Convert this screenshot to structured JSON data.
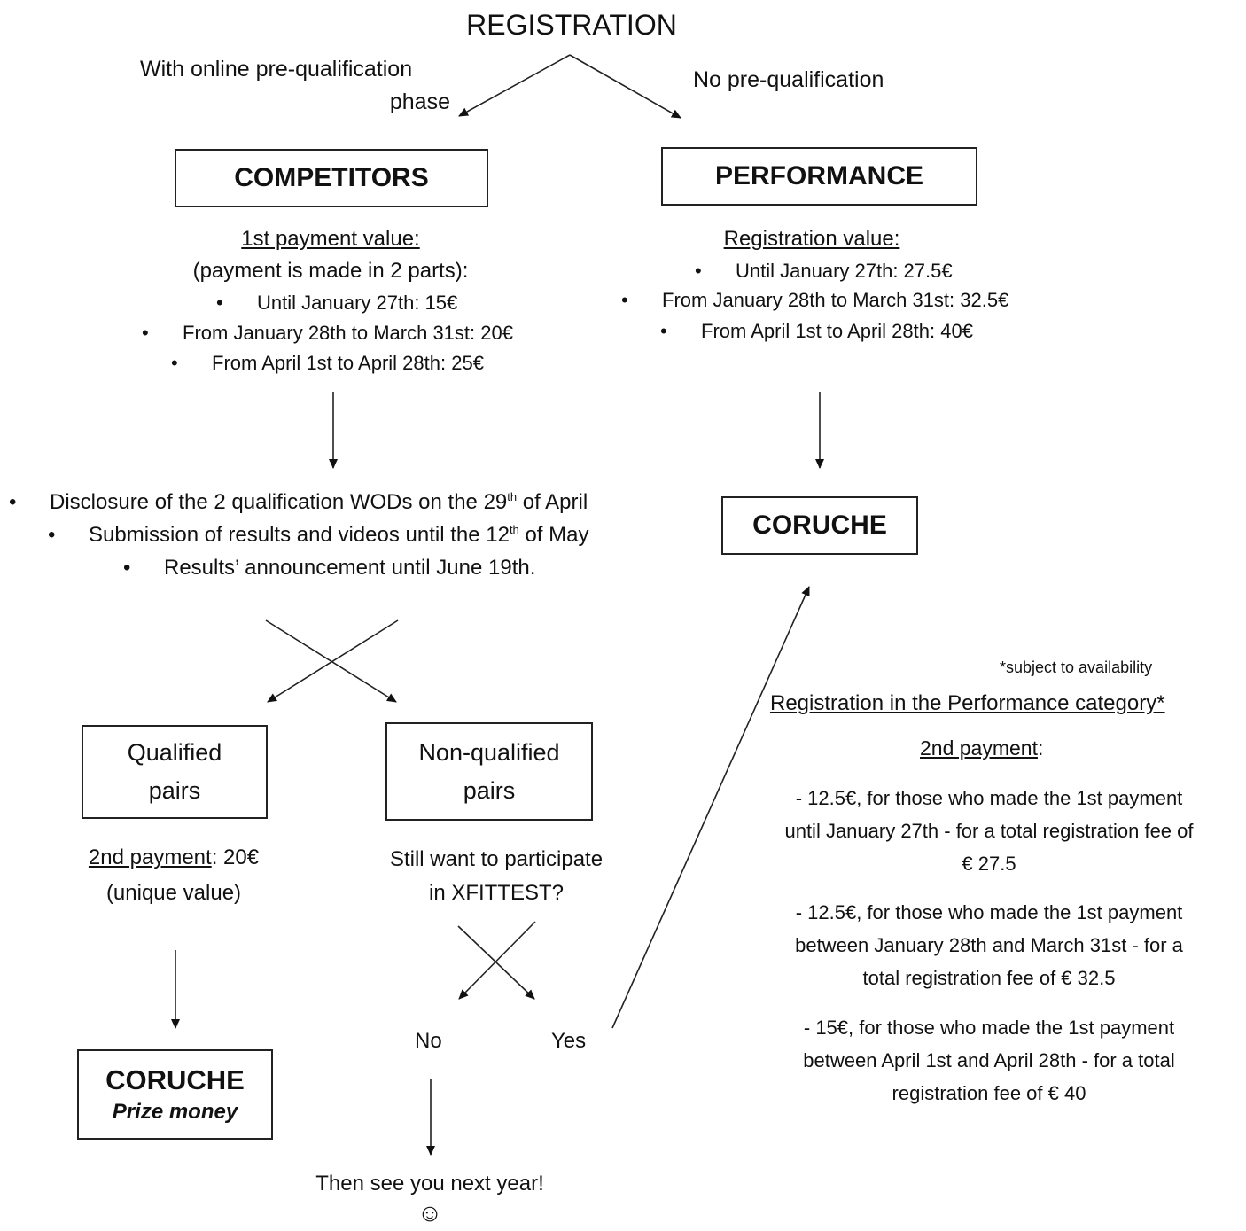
{
  "title": "REGISTRATION",
  "branch_left": "With online pre-qualification phase",
  "branch_left_line1": "With online pre-qualification",
  "branch_left_line2": "phase",
  "branch_right": "No pre-qualification",
  "competitors": {
    "box_label": "COMPETITORS",
    "payment_title": "1st payment value:",
    "payment_note": "(payment is made in 2 parts):",
    "prices": [
      "Until January 27th: 15€",
      "From January 28th to March 31st: 20€",
      "From April 1st to April 28th: 25€"
    ],
    "steps": [
      {
        "text": "Disclosure of the 2 qualification WODs on the 29",
        "sup": "th",
        "after": " of April"
      },
      {
        "text": "Submission of results and videos until the 12",
        "sup": "th",
        "after": " of May"
      },
      {
        "text": "Results’ announcement until June 19th.",
        "sup": "",
        "after": ""
      }
    ]
  },
  "performance": {
    "box_label": "PERFORMANCE",
    "payment_title": "Registration value:",
    "prices": [
      "Until January 27th: 27.5€",
      "From January 28th to March 31st: 32.5€",
      "From April 1st to April 28th: 40€"
    ],
    "destination": "CORUCHE"
  },
  "qualified": {
    "box_line1": "Qualified",
    "box_line2": "pairs",
    "payment_label": "2nd payment",
    "payment_value": ": 20€",
    "payment_note": "(unique value)",
    "destination": "CORUCHE",
    "destination_sub": "Prize money"
  },
  "non_qualified": {
    "box_line1": "Non-qualified",
    "box_line2": "pairs",
    "question_line1": "Still want to participate",
    "question_line2": "in XFITTEST?",
    "no": "No",
    "yes": "Yes",
    "farewell": "Then see you next year!",
    "smiley": "☺"
  },
  "performance_category": {
    "footnote": "*subject to availability",
    "title": "Registration in the Performance category*",
    "payment_label": "2nd payment",
    "payment_colon": ":",
    "options": [
      [
        "- 12.5€, for those who made the 1st payment",
        "until January 27th - for a total registration fee of",
        "€ 27.5"
      ],
      [
        "- 12.5€, for those who made the 1st payment",
        "between January 28th and March 31st - for a",
        "total registration fee of € 32.5"
      ],
      [
        "- 15€, for those who made the 1st payment",
        "between April 1st and April 28th - for a total",
        "registration fee of € 40"
      ]
    ]
  }
}
